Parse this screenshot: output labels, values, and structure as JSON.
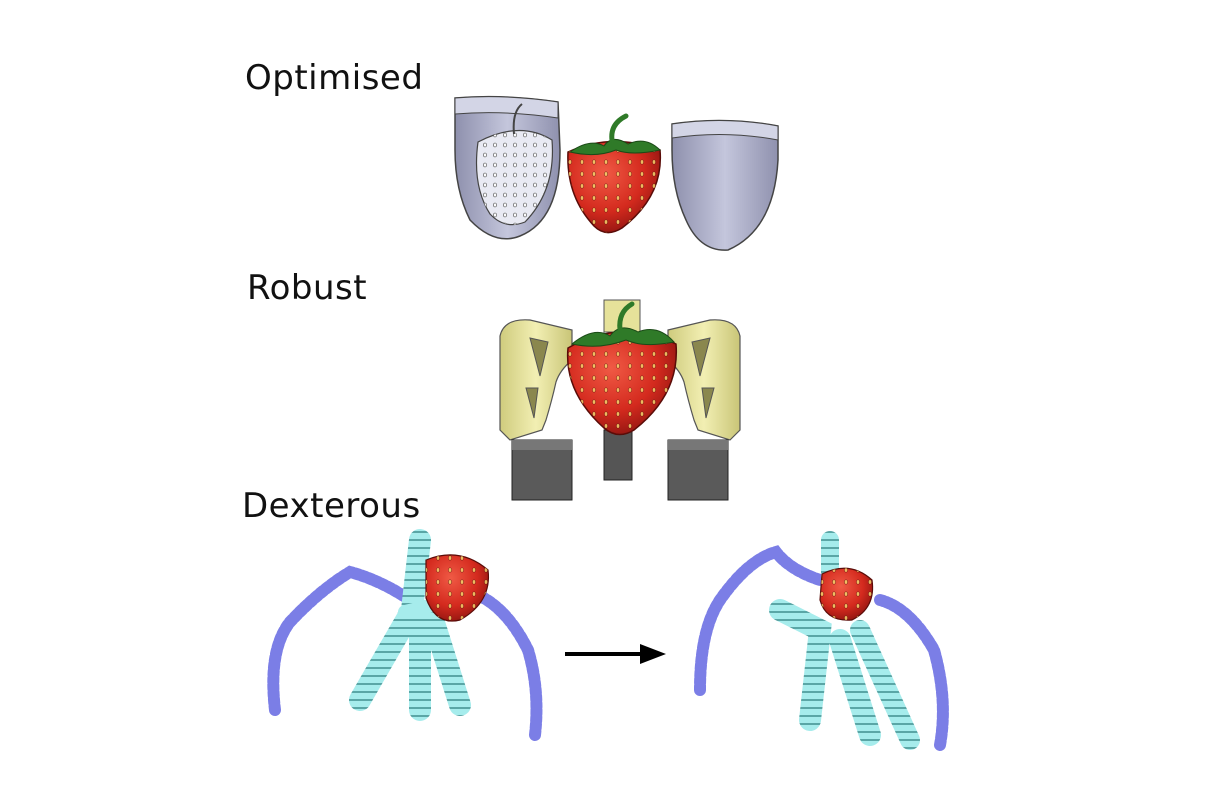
{
  "labels": {
    "optimised": "Optimised",
    "robust": "Robust",
    "dexterous": "Dexterous"
  },
  "colors": {
    "strawberry": "#d42a1e",
    "strawberry_dark": "#8e1410",
    "seed": "#f3d36b",
    "leaf": "#2f7a28",
    "mould_grey": "#a8aac4",
    "robust_yellow": "#e6e29a",
    "robust_base": "#555555",
    "finger_blue": "#7b7ee6",
    "finger_cyan": "#a6ecec"
  },
  "icons": [
    "mould-half-open",
    "strawberry",
    "mould-half-closed",
    "robust-gripper",
    "dexterous-gripper-open",
    "arrow-right",
    "dexterous-gripper-closed"
  ]
}
